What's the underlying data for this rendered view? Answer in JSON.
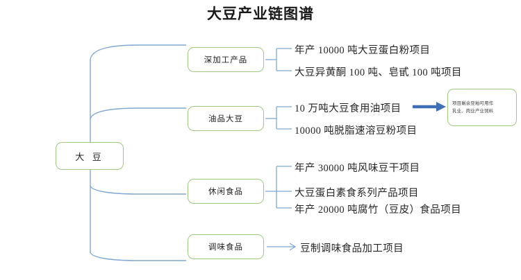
{
  "title": "大豆产业链图谱",
  "root": {
    "label": "大 豆"
  },
  "colors": {
    "node_border": "#9ec97f",
    "connector": "#7fa8d4",
    "arrow": "#3f6fb5",
    "text": "#262626",
    "title": "#1a1a1a",
    "background": "#ffffff"
  },
  "branches": [
    {
      "label": "深加工产品",
      "items": [
        "年产 10000 吨大豆蛋白粉项目",
        "大豆异黄酮 100 吨、皂甙 100 吨项目"
      ]
    },
    {
      "label": "油品大豆",
      "items": [
        "10 万吨大豆食用油项目",
        "10000 吨脱脂速溶豆粉项目"
      ]
    },
    {
      "label": "休闲食品",
      "items": [
        "年产 30000 吨风味豆干项目",
        "大豆蛋白素食系列产品项目",
        "年产 20000 吨腐竹（豆皮）食品项目"
      ]
    },
    {
      "label": "调味食品",
      "items": [
        "豆制调味食品加工项目"
      ]
    }
  ],
  "side_note": {
    "line1": "项目剩余豆粕可用作",
    "line2": "乳业、肉业产业饲料"
  }
}
